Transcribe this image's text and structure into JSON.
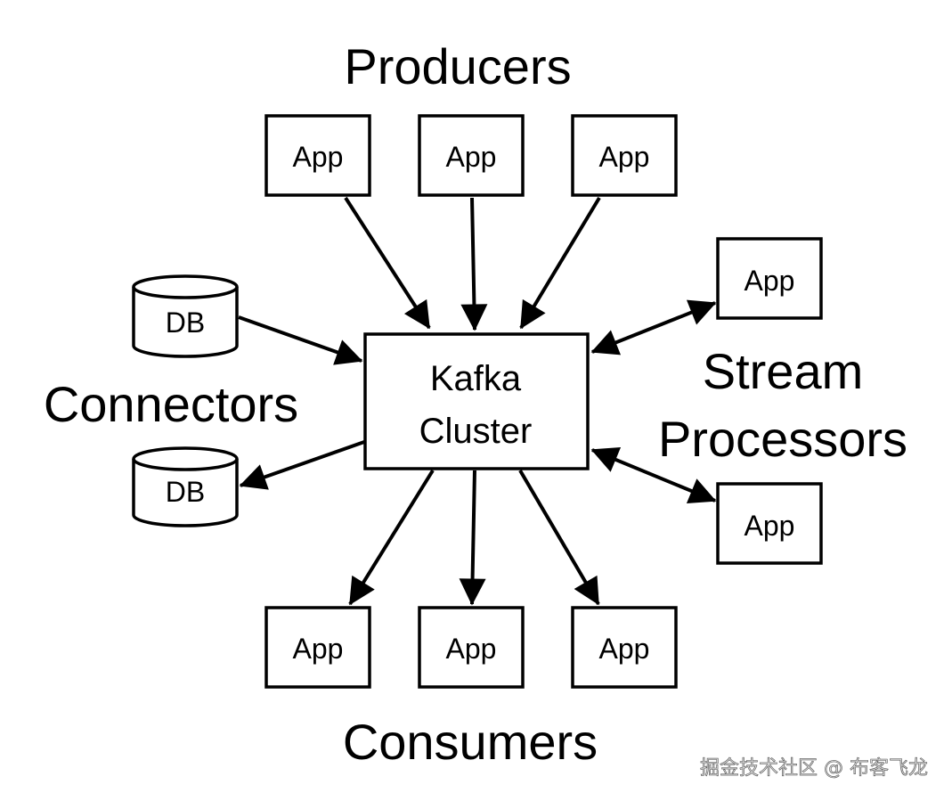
{
  "diagram": {
    "title": "Kafka ecosystem",
    "groups": {
      "producers": "Producers",
      "consumers": "Consumers",
      "connectors": "Connectors",
      "stream_processors_line1": "Stream",
      "stream_processors_line2": "Processors"
    },
    "center": {
      "line1": "Kafka",
      "line2": "Cluster"
    },
    "producers": [
      {
        "label": "App"
      },
      {
        "label": "App"
      },
      {
        "label": "App"
      }
    ],
    "consumers": [
      {
        "label": "App"
      },
      {
        "label": "App"
      },
      {
        "label": "App"
      }
    ],
    "stream_processors": [
      {
        "label": "App"
      },
      {
        "label": "App"
      }
    ],
    "connectors": [
      {
        "label": "DB",
        "direction": "to-cluster"
      },
      {
        "label": "DB",
        "direction": "from-cluster"
      }
    ],
    "edges": [
      {
        "from": "producer-1",
        "to": "kafka-cluster",
        "type": "directed"
      },
      {
        "from": "producer-2",
        "to": "kafka-cluster",
        "type": "directed"
      },
      {
        "from": "producer-3",
        "to": "kafka-cluster",
        "type": "directed"
      },
      {
        "from": "kafka-cluster",
        "to": "consumer-1",
        "type": "directed"
      },
      {
        "from": "kafka-cluster",
        "to": "consumer-2",
        "type": "directed"
      },
      {
        "from": "kafka-cluster",
        "to": "consumer-3",
        "type": "directed"
      },
      {
        "from": "db-1",
        "to": "kafka-cluster",
        "type": "directed"
      },
      {
        "from": "kafka-cluster",
        "to": "db-2",
        "type": "directed"
      },
      {
        "from": "kafka-cluster",
        "to": "stream-app-1",
        "type": "bidirectional"
      },
      {
        "from": "kafka-cluster",
        "to": "stream-app-2",
        "type": "bidirectional"
      }
    ]
  },
  "watermark": "掘金技术社区 @ 布客飞龙"
}
